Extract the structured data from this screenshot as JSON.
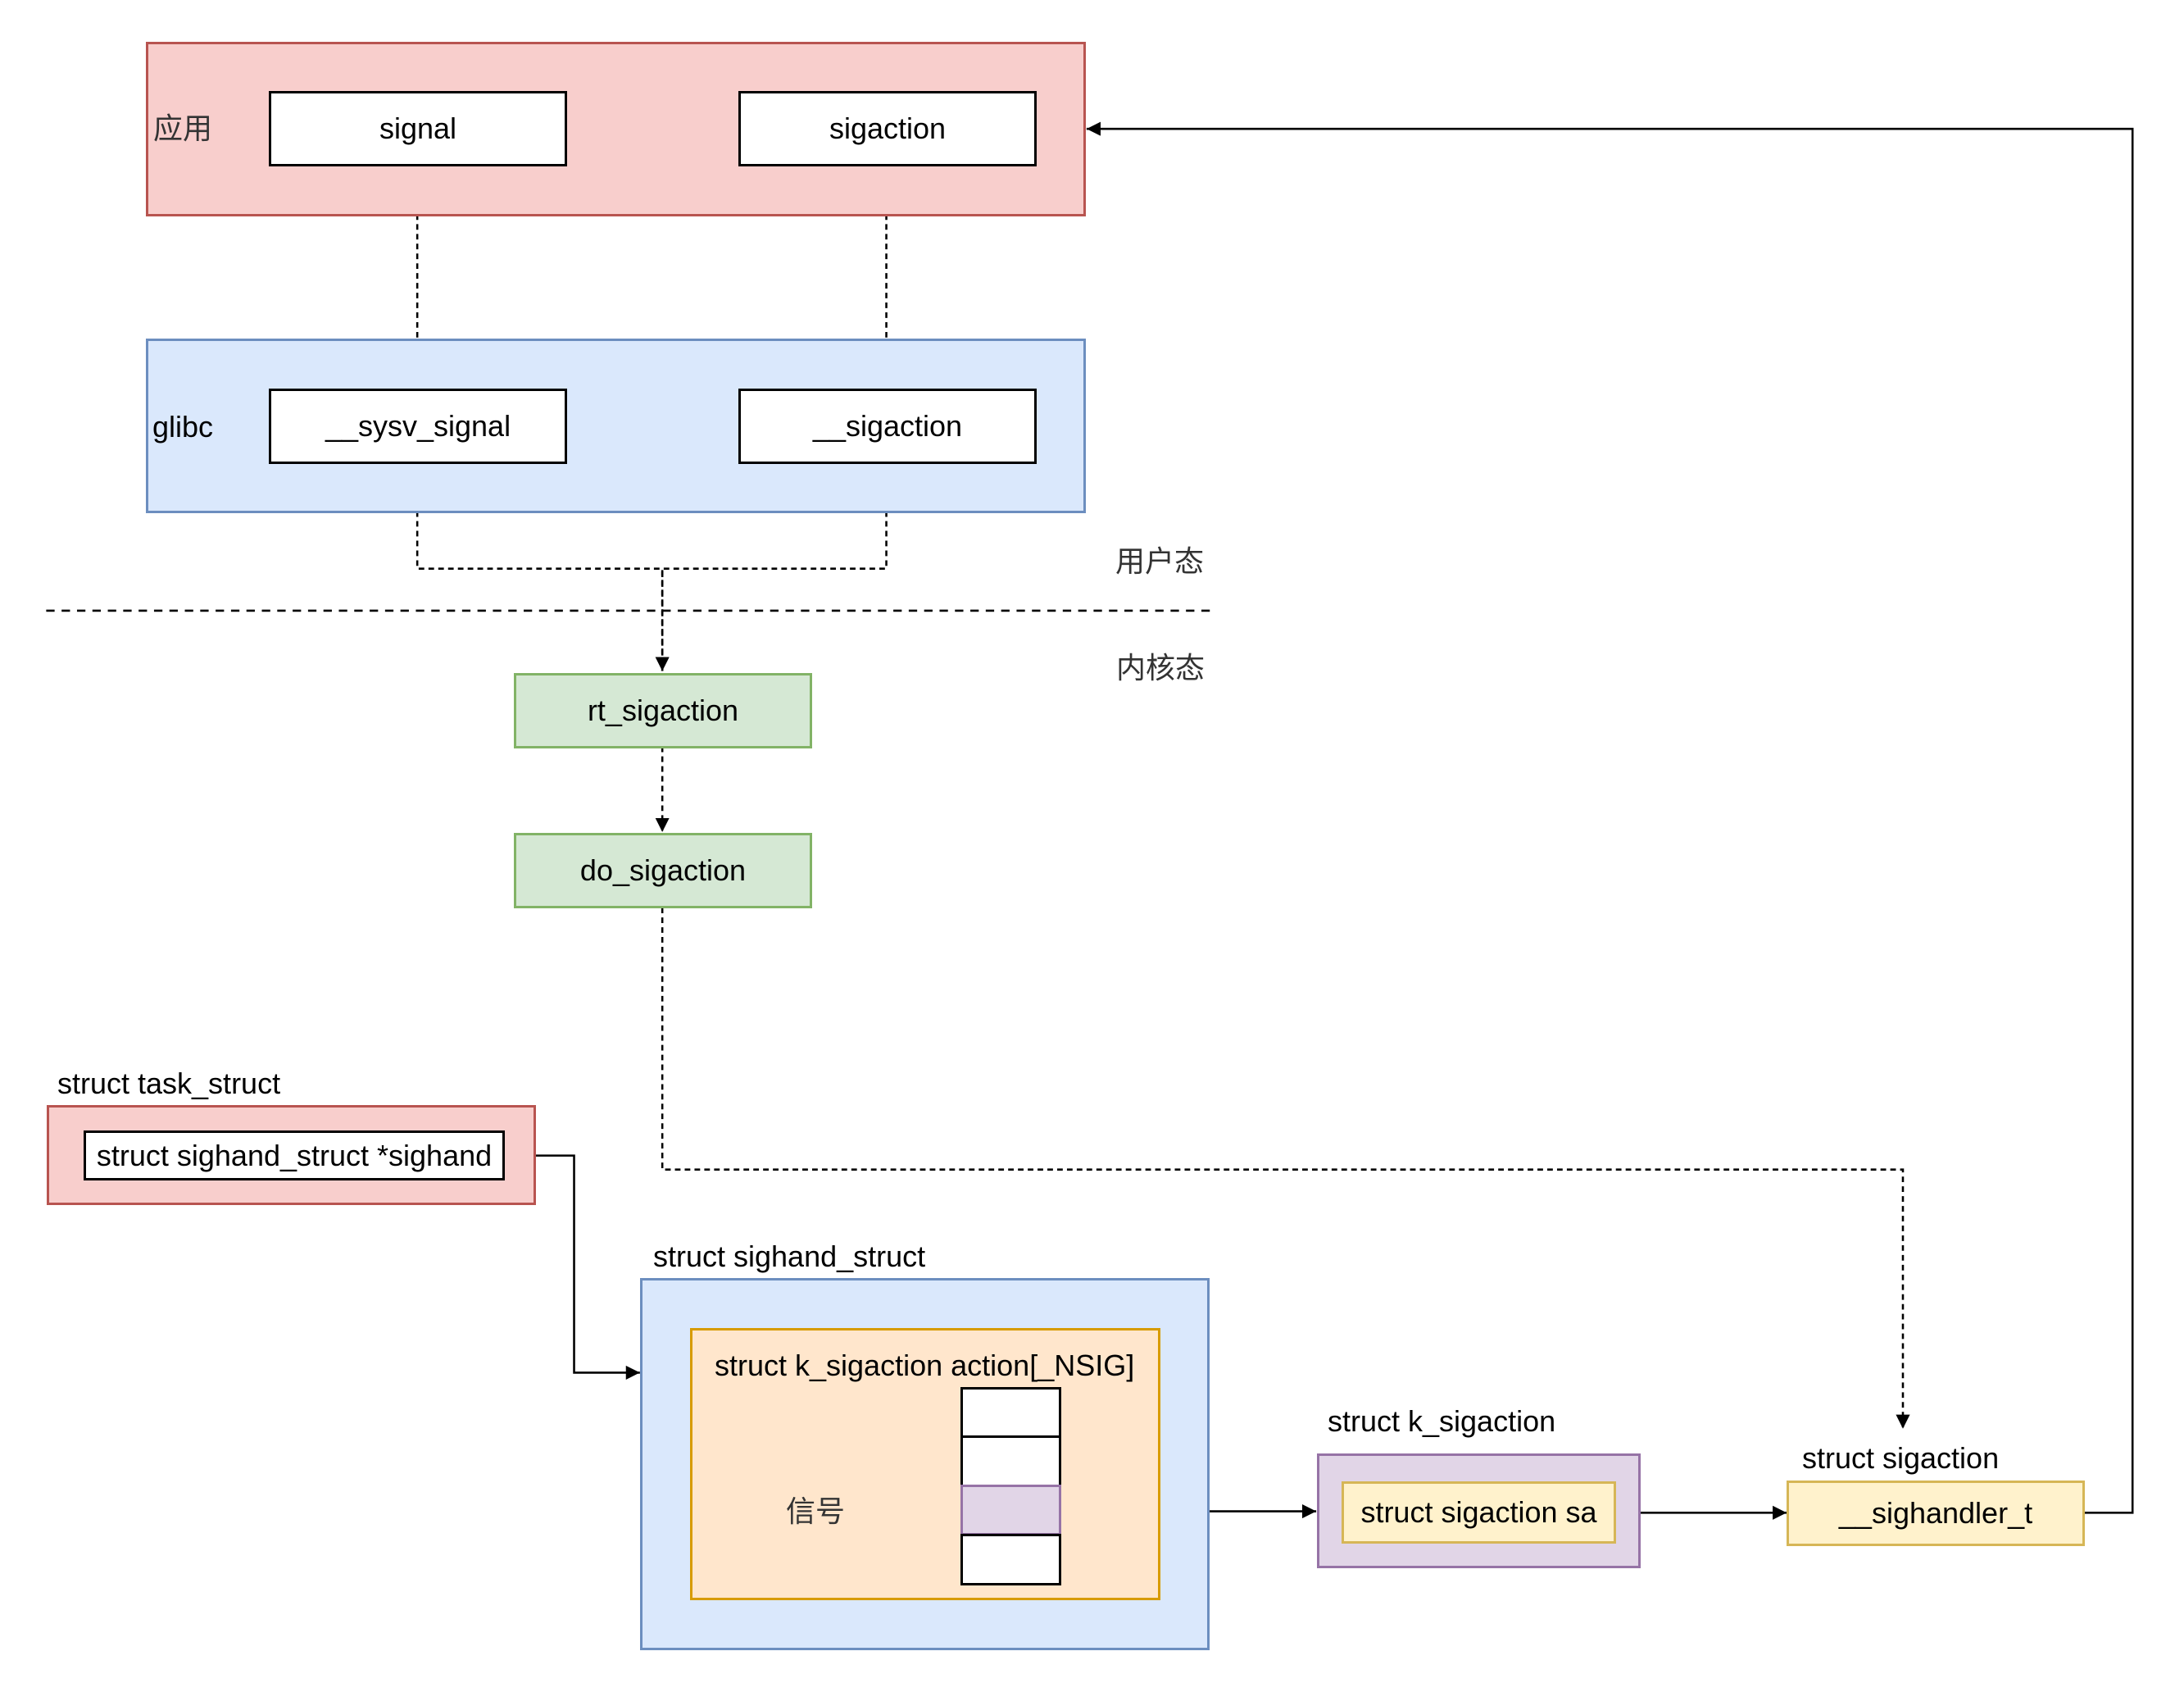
{
  "layers": {
    "app": "应用",
    "glibc": "glibc",
    "user_mode": "用户态",
    "kernel_mode": "内核态"
  },
  "nodes": {
    "signal": "signal",
    "sigaction": "sigaction",
    "sysv_signal": "__sysv_signal",
    "glibc_sigaction": "__sigaction",
    "rt_sigaction": "rt_sigaction",
    "do_sigaction": "do_sigaction"
  },
  "task_struct": {
    "title": "struct task_struct",
    "field": "struct sighand_struct *sighand"
  },
  "sighand_struct": {
    "title": "struct sighand_struct",
    "array_label": "struct k_sigaction action[_NSIG]",
    "signal_label": "信号"
  },
  "k_sigaction": {
    "title": "struct k_sigaction",
    "field": "struct sigaction sa"
  },
  "sigaction_struct": {
    "title": "struct sigaction",
    "field": "__sighandler_t"
  },
  "colors": {
    "app_fill": "#f8cecc",
    "app_stroke": "#b85450",
    "glibc_fill": "#dae8fc",
    "glibc_stroke": "#6c8ebf",
    "kernel_fill": "#d5e8d4",
    "kernel_stroke": "#82b366",
    "array_fill": "#ffe6cc",
    "array_stroke": "#d79b00",
    "k_sigaction_fill": "#e1d5e7",
    "k_sigaction_stroke": "#9673a6",
    "sigaction_fill": "#fff2cc",
    "sigaction_stroke": "#d6b656"
  }
}
